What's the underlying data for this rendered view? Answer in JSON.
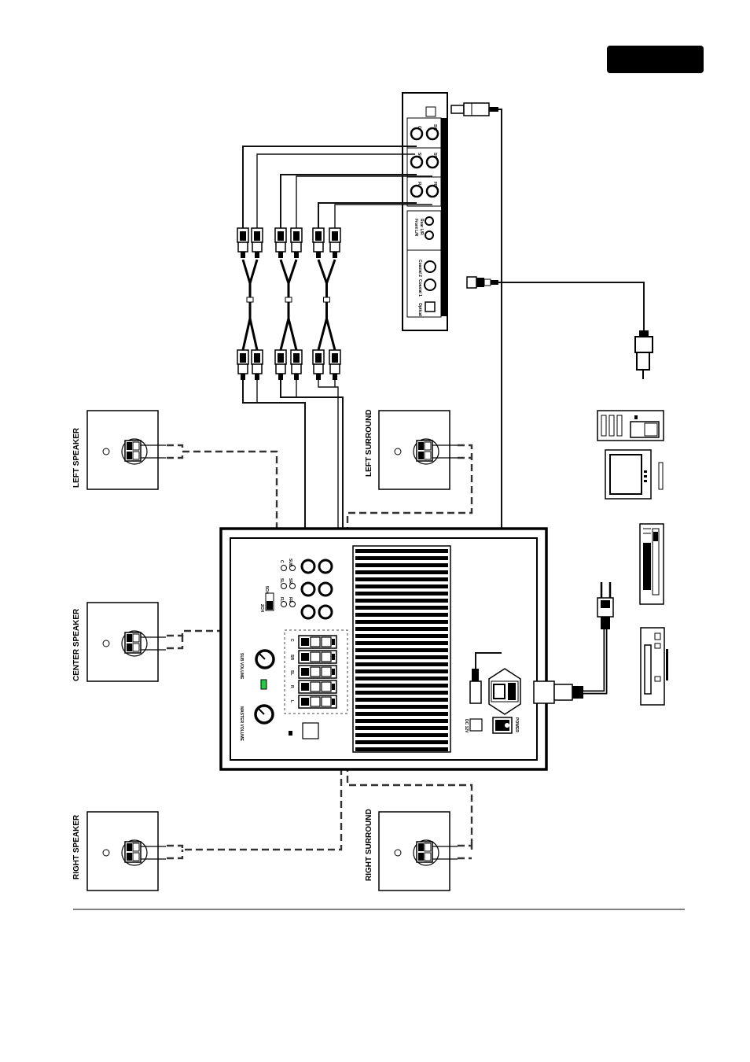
{
  "page_tab": {
    "text": "",
    "color": "#000000"
  },
  "speakers": {
    "left_speaker": "LEFT SPEAKER",
    "center_speaker": "CENTER SPEAKER",
    "right_speaker": "RIGHT SPEAKER",
    "left_surround": "LEFT SURROUND",
    "right_surround": "RIGHT SURROUND"
  },
  "subwoofer_panel": {
    "sub_volume": "SUB VOLUME",
    "master_volume": "MASTER VOLUME",
    "power": "POWER",
    "dc_12v": "DC 12V",
    "input_labels": [
      "C",
      "SUB",
      "SL",
      "SR",
      "FL",
      "FR"
    ],
    "speaker_terminal_labels": [
      "C",
      "SR",
      "SL",
      "R",
      "L"
    ],
    "mode_switch": [
      "5CH",
      "2CH"
    ]
  },
  "decoder_box": {
    "outputs": [
      "C",
      "SW",
      "SL",
      "SR",
      "FL",
      "FR"
    ],
    "inputs": [
      "Front L/R",
      "Rear L/R",
      "Coaxial 2",
      "Coaxial 1",
      "Optical"
    ]
  },
  "colors": {
    "line": "#000000",
    "dashed_wire": "#333333",
    "led": "#22cc44"
  }
}
